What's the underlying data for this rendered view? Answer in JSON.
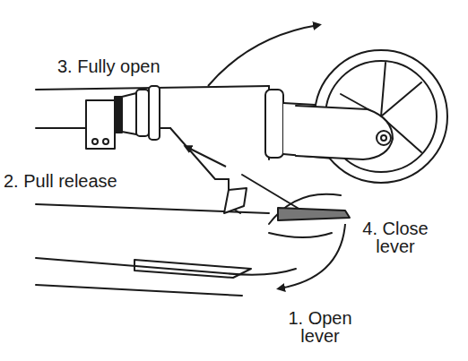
{
  "diagram": {
    "labels": [
      "3. Fully open",
      "2. Pull release",
      "4. Close lever",
      "1. Open lever"
    ]
  }
}
